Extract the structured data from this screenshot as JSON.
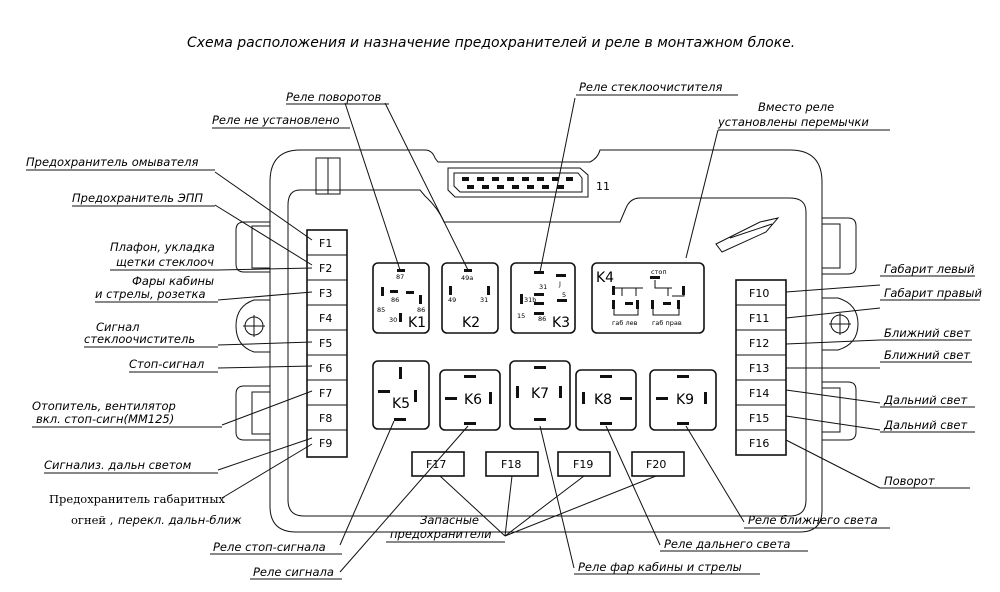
{
  "title": "Схема расположения и назначение предохранителей и реле в монтажном блоке.",
  "connector_label": "11",
  "fuses_left": [
    "F1",
    "F2",
    "F3",
    "F4",
    "F5",
    "F6",
    "F7",
    "F8",
    "F9"
  ],
  "fuses_right": [
    "F10",
    "F11",
    "F12",
    "F13",
    "F14",
    "F15",
    "F16"
  ],
  "fuses_bottom": [
    "F17",
    "F18",
    "F19",
    "F20"
  ],
  "relays": {
    "k1": {
      "name": "K1",
      "pins": [
        "87",
        "86",
        "85",
        "86",
        "30"
      ]
    },
    "k2": {
      "name": "K2",
      "pins": [
        "49a",
        "49",
        "31"
      ]
    },
    "k3": {
      "name": "K3",
      "pins": [
        "31",
        "J",
        "5",
        "31b",
        "15",
        "86"
      ]
    },
    "k4": {
      "name": "K4",
      "pins": [
        "стоп",
        "габ лев",
        "габ прав"
      ]
    },
    "k5": {
      "name": "K5"
    },
    "k6": {
      "name": "K6"
    },
    "k7": {
      "name": "K7"
    },
    "k8": {
      "name": "K8"
    },
    "k9": {
      "name": "K9"
    }
  },
  "labels_left": [
    "Предохранитель омывателя",
    "Предохранитель ЭПП",
    "Плафон, укладка",
    "щетки стеклооч",
    "Фары кабины",
    "и стрелы, розетка",
    "Сигнал",
    "стеклоочиститель",
    "Стоп-сигнал",
    "Отопитель, вентилятор",
    "вкл. стоп-сигн(ММ125)",
    "Сигнализ. дальн светом",
    "Предохранитель габаритных",
    "огней ,",
    "перекл. дальн-ближ"
  ],
  "labels_top": [
    "Реле поворотов",
    "Реле не установлено",
    "Реле стеклоочистителя",
    "Вместо реле",
    "установлены перемычки"
  ],
  "labels_right": [
    "Габарит левый",
    "Габарит правый",
    "Ближний свет",
    "Ближний свет",
    "Дальний свет",
    "Дальний свет",
    "Поворот"
  ],
  "labels_bottom": [
    "Реле стоп-сигнала",
    "Реле сигнала",
    "Запасные",
    "предохранители",
    "Реле фар кабины и стрелы",
    "Реле дальнего света",
    "Реле ближнего света"
  ]
}
